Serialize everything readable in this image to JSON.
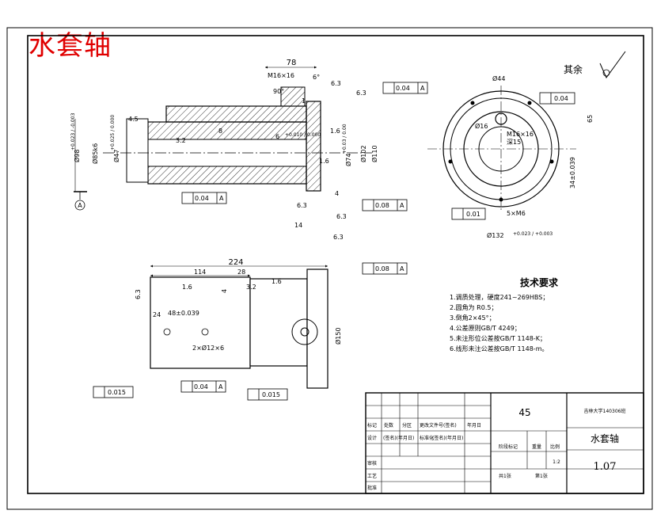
{
  "drawing_title": "水套轴",
  "roughness_note": "其余",
  "tech_requirements": {
    "heading": "技术要求",
    "items": [
      "1.调质处理，硬度241~269HBS；",
      "2.圆角为      R0.5；",
      "3.倒角2×45°；",
      "4.公差原则GB/T  4249；",
      "5.未注形位公差按GB/T 1148-K；",
      "6.线形未注公差按GB/T 1148-m。"
    ]
  },
  "top_view": {
    "dims": {
      "len78": "78",
      "m16": "M16×16",
      "a6": "6°",
      "a90": "90°",
      "d1": "1",
      "r63a": "6.3",
      "r63b": "6.3",
      "r45": "4.5",
      "r32": "3.2",
      "d8": "8",
      "d6": "6",
      "d6tol": "+0.010 / 0.000",
      "r16a": "1.6",
      "r16b": "1.6",
      "d98": "Ø98",
      "d98tol": "+0.023 / -0.003",
      "d85": "Ø85k6",
      "d47": "Ø47",
      "d47tol": "+0.025 / 0.000",
      "d74": "Ø74",
      "d74tol": "+0.03 / 0.00",
      "d102": "Ø102",
      "d110": "Ø110",
      "d4": "4",
      "d14": "14",
      "r63c": "6.3",
      "r63d": "6.3",
      "r63e": "6.3",
      "datumA": "A"
    },
    "fcf_top": {
      "val": "0.04",
      "ref": "A"
    },
    "fcf_left": {
      "val": "0.04",
      "ref": "A"
    },
    "fcf_flat": {
      "val": "0.08",
      "ref": "A"
    }
  },
  "right_view": {
    "d44": "Ø44",
    "d16": "Ø16",
    "m16": "M16×16",
    "deep15": "深15",
    "r65": "65",
    "d34": "34±0.039",
    "m6": "5×M6",
    "d132": "Ø132",
    "d132tol": "+0.023 / +0.003",
    "fcf_par": {
      "val": "0.04"
    },
    "fcf_pos": {
      "val": "0.01"
    }
  },
  "bottom_view": {
    "len224": "224",
    "len114": "114",
    "len28": "28",
    "r16a": "1.6",
    "r32": "3.2",
    "r16b": "1.6",
    "d4": "4",
    "r63": "6.3",
    "d24": "24",
    "d48": "48±0.039",
    "holes": "2×Ø12×6",
    "d150": "Ø150",
    "fcf_flat": {
      "val": "0.08",
      "ref": "A"
    },
    "fcf_a": {
      "val": "0.015"
    },
    "fcf_b": {
      "val": "0.04",
      "ref": "A"
    },
    "fcf_c": {
      "val": "0.015"
    }
  },
  "title_block": {
    "material": "45",
    "institution": "吉林大学140306班",
    "part_name": "水套轴",
    "scale": "1:2",
    "weight": "1.07",
    "h_mark": "标记",
    "h_count": "处数",
    "h_zone": "分区",
    "h_file": "更改文件号(签名)",
    "h_date": "年月日",
    "r_design": "设计",
    "r_d_sign": "(签名)(年月日)",
    "r_std": "标准化",
    "r_std_sign": "(签名)(年月日)",
    "r_review": "审核",
    "r_process": "工艺",
    "r_approve": "批准",
    "l_stage": "阶段标记",
    "l_weight": "重量",
    "l_scale": "比例",
    "sheets_total": "共1张",
    "sheet_no": "第1张"
  }
}
